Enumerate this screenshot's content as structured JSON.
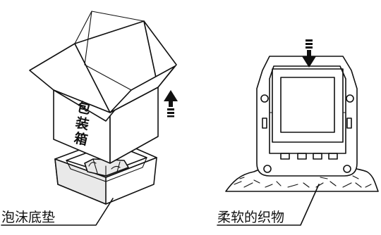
{
  "labels": {
    "foam_base": "泡沫底垫",
    "soft_fabric": "柔软的织物"
  },
  "box_text": "包装箱",
  "box_text_chars": [
    "包",
    "装",
    "箱"
  ],
  "colors": {
    "line": "#111111",
    "fill_light": "#e9e9e9",
    "background": "#ffffff"
  },
  "icons": {
    "lift_arrow": "arrow-up-icon",
    "place_arrow": "arrow-down-icon"
  }
}
